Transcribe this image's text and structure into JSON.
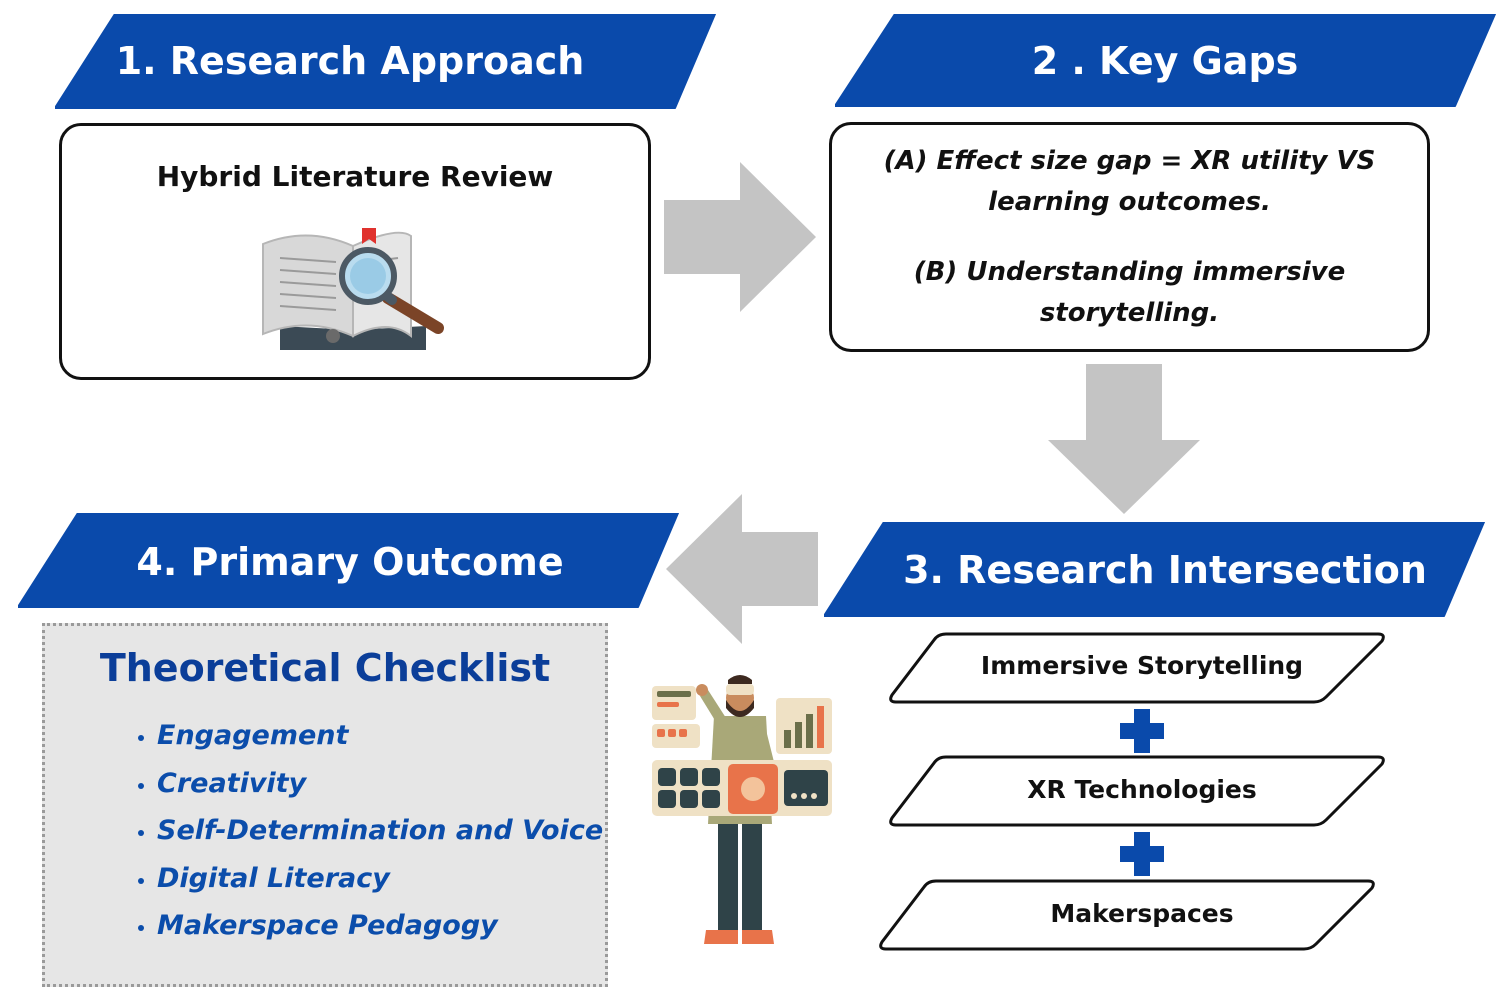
{
  "steps": [
    {
      "title": "1. Research Approach",
      "icon": "book-magnifier-icon"
    },
    {
      "title": "2 . Key Gaps"
    },
    {
      "title": "3. Research Intersection"
    },
    {
      "title": "4. Primary Outcome"
    }
  ],
  "approach": {
    "label": "Hybrid Literature Review"
  },
  "gaps": {
    "a_line1": "(A) Effect size gap = XR utility  VS",
    "a_line2": "learning outcomes.",
    "b_line1": "(B) Understanding immersive",
    "b_line2": "storytelling."
  },
  "intersection": {
    "items": [
      "Immersive Storytelling",
      "XR Technologies",
      "Makerspaces"
    ],
    "connector_icon": "plus-icon"
  },
  "outcome": {
    "heading": "Theoretical Checklist",
    "items": [
      "Engagement",
      "Creativity",
      "Self-Determination and Voice",
      "Digital Literacy",
      "Makerspace Pedagogy"
    ]
  },
  "illustration": "vr-person-icon",
  "colors": {
    "banner": "#0a4aab",
    "arrow": "#c4c4c4",
    "checklist_text": "#0b4dab",
    "checklist_bg": "#e6e6e6"
  }
}
